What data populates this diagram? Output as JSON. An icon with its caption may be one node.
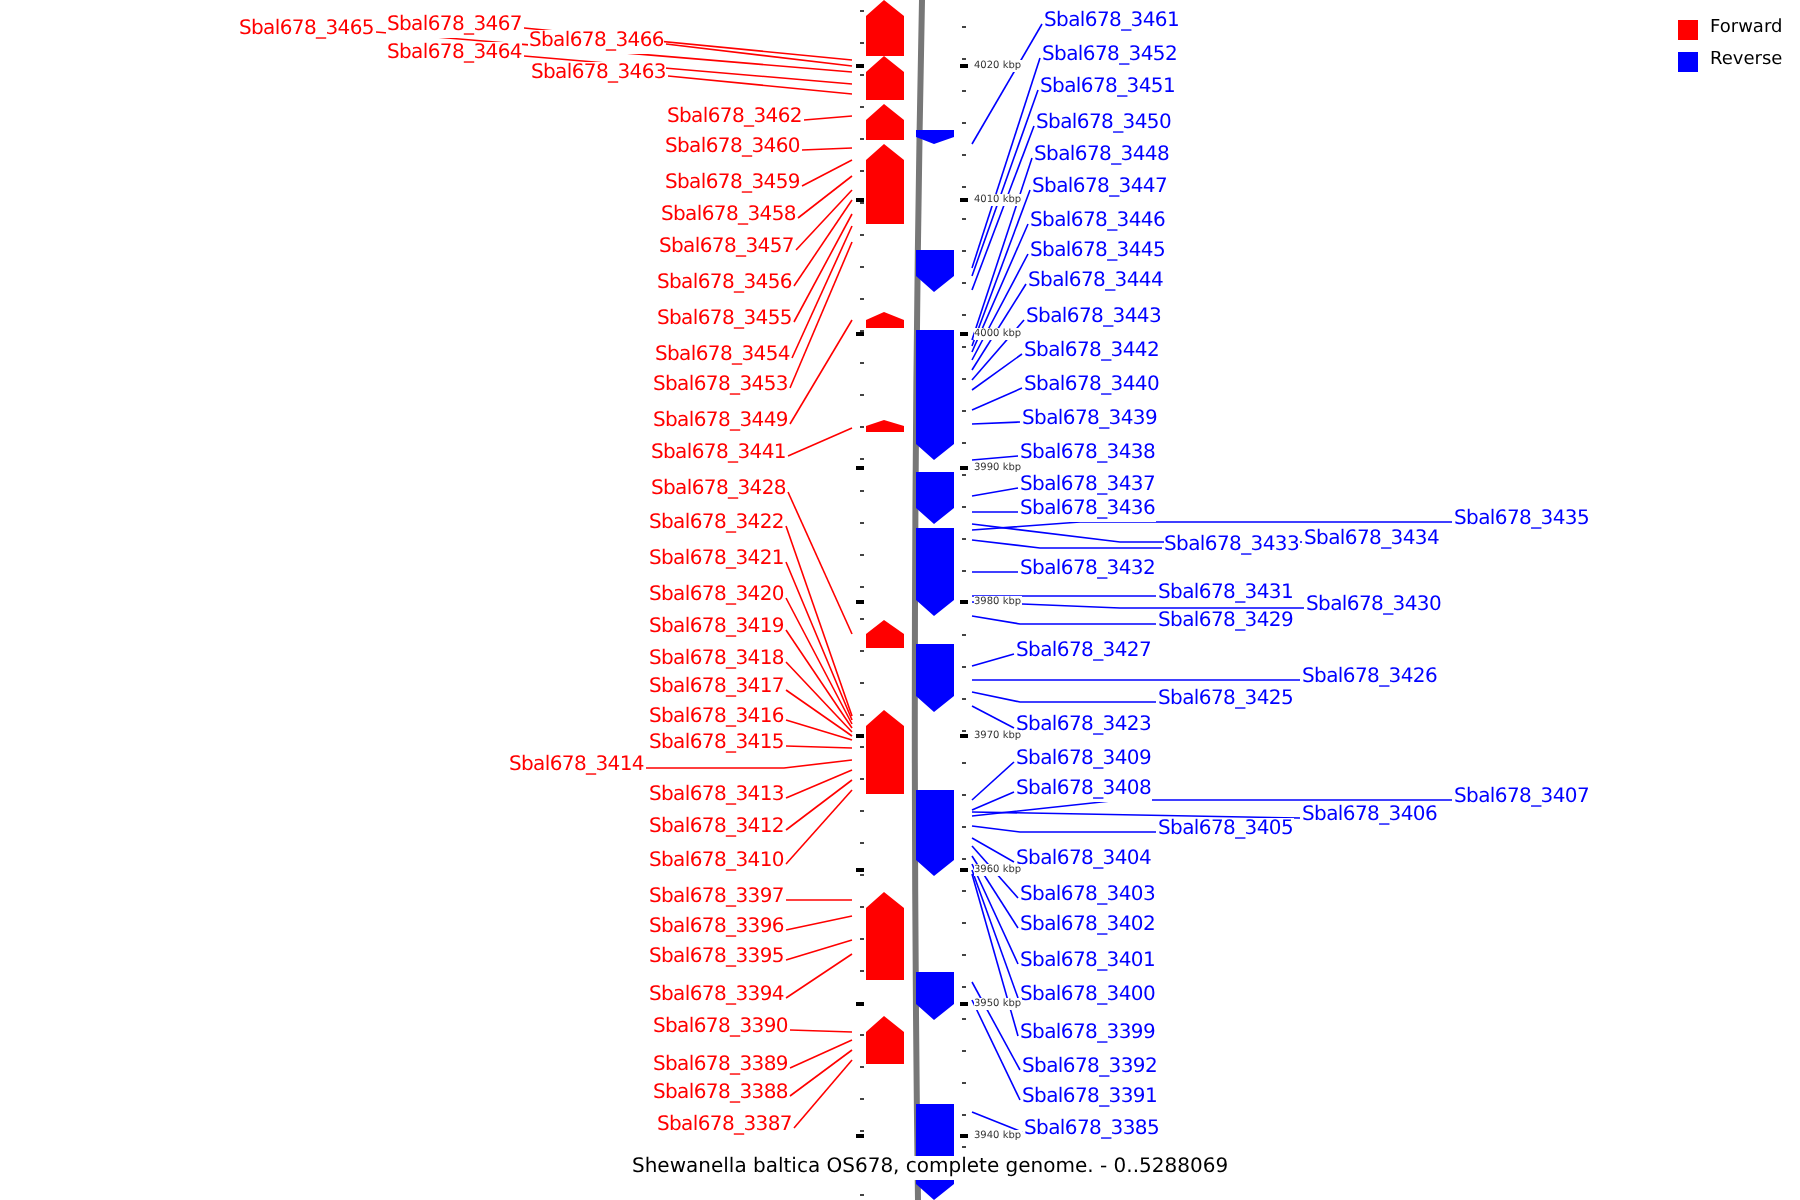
{
  "diagram": {
    "caption": "Shewanella baltica OS678, complete genome. - 0..5288069",
    "nodes": [
      {
        "text": [
          "Sbal678_3465"
        ]
      },
      {
        "text": [
          "Sbal678_3467"
        ]
      },
      {
        "text": [
          "Sbal678_3466"
        ]
      },
      {
        "text": [
          "Sbal678_3464"
        ]
      },
      {
        "text": [
          "Sbal678_3463"
        ]
      },
      {
        "text": [
          "Sbal678_3462"
        ]
      },
      {
        "text": [
          "Sbal678_3460"
        ]
      },
      {
        "text": [
          "Sbal678_3459"
        ]
      },
      {
        "text": [
          "Sbal678_3458"
        ]
      },
      {
        "text": [
          "Sbal678_3457"
        ]
      },
      {
        "text": [
          "Sbal678_3456"
        ]
      },
      {
        "text": [
          "Sbal678_3455"
        ]
      },
      {
        "text": [
          "Sbal678_3454"
        ]
      },
      {
        "text": [
          "Sbal678_3453"
        ]
      },
      {
        "text": [
          "Sbal678_3449"
        ]
      },
      {
        "text": [
          "Sbal678_3441"
        ]
      },
      {
        "text": [
          "Sbal678_3428"
        ]
      },
      {
        "text": [
          "Sbal678_3422"
        ]
      },
      {
        "text": [
          "Sbal678_3421"
        ]
      },
      {
        "text": [
          "Sbal678_3420"
        ]
      },
      {
        "text": [
          "Sbal678_3419"
        ]
      },
      {
        "text": [
          "Sbal678_3418"
        ]
      },
      {
        "text": [
          "Sbal678_3417"
        ]
      },
      {
        "text": [
          "Sbal678_3416"
        ]
      },
      {
        "text": [
          "Sbal678_3415"
        ]
      },
      {
        "text": [
          "Sbal678_3414"
        ]
      },
      {
        "text": [
          "Sbal678_3413"
        ]
      },
      {
        "text": [
          "Sbal678_3412"
        ]
      },
      {
        "text": [
          "Sbal678_3410"
        ]
      },
      {
        "text": [
          "Sbal678_3397"
        ]
      },
      {
        "text": [
          "Sbal678_3396"
        ]
      },
      {
        "text": [
          "Sbal678_3395"
        ]
      },
      {
        "text": [
          "Sbal678_3394"
        ]
      },
      {
        "text": [
          "Sbal678_3390"
        ]
      },
      {
        "text": [
          "Sbal678_3389"
        ]
      },
      {
        "text": [
          "Sbal678_3388"
        ]
      },
      {
        "text": [
          "Sbal678_3387"
        ]
      },
      {
        "text": [
          "Sbal678_3461"
        ]
      },
      {
        "text": [
          "Sbal678_3452"
        ]
      },
      {
        "text": [
          "Sbal678_3451"
        ]
      },
      {
        "text": [
          "Sbal678_3450"
        ]
      },
      {
        "text": [
          "Sbal678_3448"
        ]
      },
      {
        "text": [
          "Sbal678_3447"
        ]
      },
      {
        "text": [
          "Sbal678_3446"
        ]
      },
      {
        "text": [
          "Sbal678_3445"
        ]
      },
      {
        "text": [
          "Sbal678_3444"
        ]
      },
      {
        "text": [
          "Sbal678_3443"
        ]
      },
      {
        "text": [
          "Sbal678_3442"
        ]
      },
      {
        "text": [
          "Sbal678_3440"
        ]
      },
      {
        "text": [
          "Sbal678_3439"
        ]
      },
      {
        "text": [
          "Sbal678_3438"
        ]
      },
      {
        "text": [
          "Sbal678_3437"
        ]
      },
      {
        "text": [
          "Sbal678_3436"
        ]
      },
      {
        "text": [
          "Sbal678_3434"
        ]
      },
      {
        "text": [
          "Sbal678_3435"
        ]
      },
      {
        "text": [
          "Sbal678_3433"
        ]
      },
      {
        "text": [
          "Sbal678_3432"
        ]
      },
      {
        "text": [
          "Sbal678_3431"
        ]
      },
      {
        "text": [
          "Sbal678_3430"
        ]
      },
      {
        "text": [
          "Sbal678_3429"
        ]
      },
      {
        "text": [
          "Sbal678_3427"
        ]
      },
      {
        "text": [
          "Sbal678_3426"
        ]
      },
      {
        "text": [
          "Sbal678_3425"
        ]
      },
      {
        "text": [
          "Sbal678_3423"
        ]
      },
      {
        "text": [
          "Sbal678_3409"
        ]
      },
      {
        "text": [
          "Sbal678_3408"
        ]
      },
      {
        "text": [
          "Sbal678_3406"
        ]
      },
      {
        "text": [
          "Sbal678_3407"
        ]
      },
      {
        "text": [
          "Sbal678_3405"
        ]
      },
      {
        "text": [
          "Sbal678_3404"
        ]
      },
      {
        "text": [
          "Sbal678_3403"
        ]
      },
      {
        "text": [
          "Sbal678_3402"
        ]
      },
      {
        "text": [
          "Sbal678_3401"
        ]
      },
      {
        "text": [
          "Sbal678_3400"
        ]
      },
      {
        "text": [
          "Sbal678_3399"
        ]
      },
      {
        "text": [
          "Sbal678_3392"
        ]
      },
      {
        "text": [
          "Sbal678_3391"
        ]
      },
      {
        "text": [
          "Sbal678_3385"
        ]
      },
      {
        "text": [],
        "shape": "picture"
      }
    ],
    "edges": [
      {
        "from": 0,
        "to": 78,
        "arrow": "none",
        "color": "#ff0000"
      },
      {
        "from": 1,
        "to": 78,
        "arrow": "none",
        "color": "#ff0000"
      },
      {
        "from": 2,
        "to": 78,
        "arrow": "none",
        "color": "#ff0000"
      },
      {
        "from": 3,
        "to": 78,
        "arrow": "none",
        "color": "#ff0000"
      },
      {
        "from": 4,
        "to": 78,
        "arrow": "none",
        "color": "#ff0000"
      },
      {
        "from": 5,
        "to": 78,
        "arrow": "none",
        "color": "#ff0000"
      },
      {
        "from": 6,
        "to": 78,
        "arrow": "none",
        "color": "#ff0000"
      },
      {
        "from": 7,
        "to": 78,
        "arrow": "none",
        "color": "#ff0000"
      },
      {
        "from": 8,
        "to": 78,
        "arrow": "none",
        "color": "#ff0000"
      },
      {
        "from": 9,
        "to": 78,
        "arrow": "none",
        "color": "#ff0000"
      },
      {
        "from": 10,
        "to": 78,
        "arrow": "none",
        "color": "#ff0000"
      },
      {
        "from": 11,
        "to": 78,
        "arrow": "none",
        "color": "#ff0000"
      },
      {
        "from": 12,
        "to": 78,
        "arrow": "none",
        "color": "#ff0000"
      },
      {
        "from": 13,
        "to": 78,
        "arrow": "none",
        "color": "#ff0000"
      },
      {
        "from": 14,
        "to": 78,
        "arrow": "none",
        "color": "#ff0000"
      },
      {
        "from": 15,
        "to": 78,
        "arrow": "none",
        "color": "#ff0000"
      },
      {
        "from": 16,
        "to": 78,
        "arrow": "none",
        "color": "#ff0000"
      },
      {
        "from": 17,
        "to": 78,
        "arrow": "none",
        "color": "#ff0000"
      },
      {
        "from": 18,
        "to": 78,
        "arrow": "none",
        "color": "#ff0000"
      },
      {
        "from": 19,
        "to": 78,
        "arrow": "none",
        "color": "#ff0000"
      },
      {
        "from": 20,
        "to": 78,
        "arrow": "none",
        "color": "#ff0000"
      },
      {
        "from": 21,
        "to": 78,
        "arrow": "none",
        "color": "#ff0000"
      },
      {
        "from": 22,
        "to": 78,
        "arrow": "none",
        "color": "#ff0000"
      },
      {
        "from": 23,
        "to": 78,
        "arrow": "none",
        "color": "#ff0000"
      },
      {
        "from": 24,
        "to": 78,
        "arrow": "none",
        "color": "#ff0000"
      },
      {
        "from": 25,
        "to": 78,
        "arrow": "none",
        "color": "#ff0000"
      },
      {
        "from": 26,
        "to": 78,
        "arrow": "none",
        "color": "#ff0000"
      },
      {
        "from": 27,
        "to": 78,
        "arrow": "none",
        "color": "#ff0000"
      },
      {
        "from": 28,
        "to": 78,
        "arrow": "none",
        "color": "#ff0000"
      },
      {
        "from": 29,
        "to": 78,
        "arrow": "none",
        "color": "#ff0000"
      },
      {
        "from": 30,
        "to": 78,
        "arrow": "none",
        "color": "#ff0000"
      },
      {
        "from": 31,
        "to": 78,
        "arrow": "none",
        "color": "#ff0000"
      },
      {
        "from": 32,
        "to": 78,
        "arrow": "none",
        "color": "#ff0000"
      },
      {
        "from": 33,
        "to": 78,
        "arrow": "none",
        "color": "#ff0000"
      },
      {
        "from": 34,
        "to": 78,
        "arrow": "none",
        "color": "#ff0000"
      },
      {
        "from": 35,
        "to": 78,
        "arrow": "none",
        "color": "#ff0000"
      },
      {
        "from": 36,
        "to": 78,
        "arrow": "none",
        "color": "#ff0000"
      },
      {
        "from": 37,
        "to": 78,
        "arrow": "none"
      },
      {
        "from": 38,
        "to": 78,
        "arrow": "none"
      },
      {
        "from": 39,
        "to": 78,
        "arrow": "none"
      },
      {
        "from": 40,
        "to": 78,
        "arrow": "none"
      },
      {
        "from": 41,
        "to": 78,
        "arrow": "none"
      },
      {
        "from": 42,
        "to": 78,
        "arrow": "none"
      },
      {
        "from": 43,
        "to": 78,
        "arrow": "none"
      },
      {
        "from": 44,
        "to": 78,
        "arrow": "none"
      },
      {
        "from": 45,
        "to": 78,
        "arrow": "none"
      },
      {
        "from": 46,
        "to": 78,
        "arrow": "none"
      },
      {
        "from": 47,
        "to": 78,
        "arrow": "none"
      },
      {
        "from": 48,
        "to": 78,
        "arrow": "none"
      },
      {
        "from": 49,
        "to": 78,
        "arrow": "none"
      },
      {
        "from": 50,
        "to": 78,
        "arrow": "none"
      },
      {
        "from": 51,
        "to": 78,
        "arrow": "none"
      },
      {
        "from": 52,
        "to": 78,
        "arrow": "none"
      },
      {
        "from": 53,
        "to": 78,
        "arrow": "none"
      },
      {
        "from": 54,
        "to": 78,
        "arrow": "none"
      },
      {
        "from": 55,
        "to": 78,
        "arrow": "none"
      },
      {
        "from": 56,
        "to": 78,
        "arrow": "none"
      },
      {
        "from": 57,
        "to": 78,
        "arrow": "none"
      },
      {
        "from": 58,
        "to": 78,
        "arrow": "none"
      },
      {
        "from": 59,
        "to": 78,
        "arrow": "none"
      },
      {
        "from": 60,
        "to": 78,
        "arrow": "none"
      },
      {
        "from": 61,
        "to": 78,
        "arrow": "none"
      },
      {
        "from": 62,
        "to": 78,
        "arrow": "none"
      },
      {
        "from": 63,
        "to": 78,
        "arrow": "none"
      },
      {
        "from": 64,
        "to": 78,
        "arrow": "none"
      },
      {
        "from": 65,
        "to": 78,
        "arrow": "none"
      },
      {
        "from": 66,
        "to": 78,
        "arrow": "none"
      },
      {
        "from": 67,
        "to": 78,
        "arrow": "none"
      },
      {
        "from": 68,
        "to": 78,
        "arrow": "none"
      },
      {
        "from": 69,
        "to": 78,
        "arrow": "none"
      },
      {
        "from": 70,
        "to": 78,
        "arrow": "none"
      },
      {
        "from": 71,
        "to": 78,
        "arrow": "none"
      },
      {
        "from": 72,
        "to": 78,
        "arrow": "none"
      },
      {
        "from": 73,
        "to": 78,
        "arrow": "none"
      },
      {
        "from": 74,
        "to": 78,
        "arrow": "none"
      },
      {
        "from": 75,
        "to": 78,
        "arrow": "none"
      },
      {
        "from": 76,
        "to": 78,
        "arrow": "none"
      },
      {
        "from": 77,
        "to": 78,
        "arrow": "none"
      }
    ],
    "labels": [
      "4020 kbp",
      "4010 kbp",
      "4000 kbp",
      "3990 kbp",
      "3980 kbp",
      "3970 kbp",
      "3960 kbp",
      "3950 kbp",
      "3940 kbp"
    ],
    "legend": [
      {
        "text": "Forward",
        "color": "#ff0000"
      },
      {
        "text": "Reverse",
        "color": "#0000ff"
      }
    ]
  }
}
